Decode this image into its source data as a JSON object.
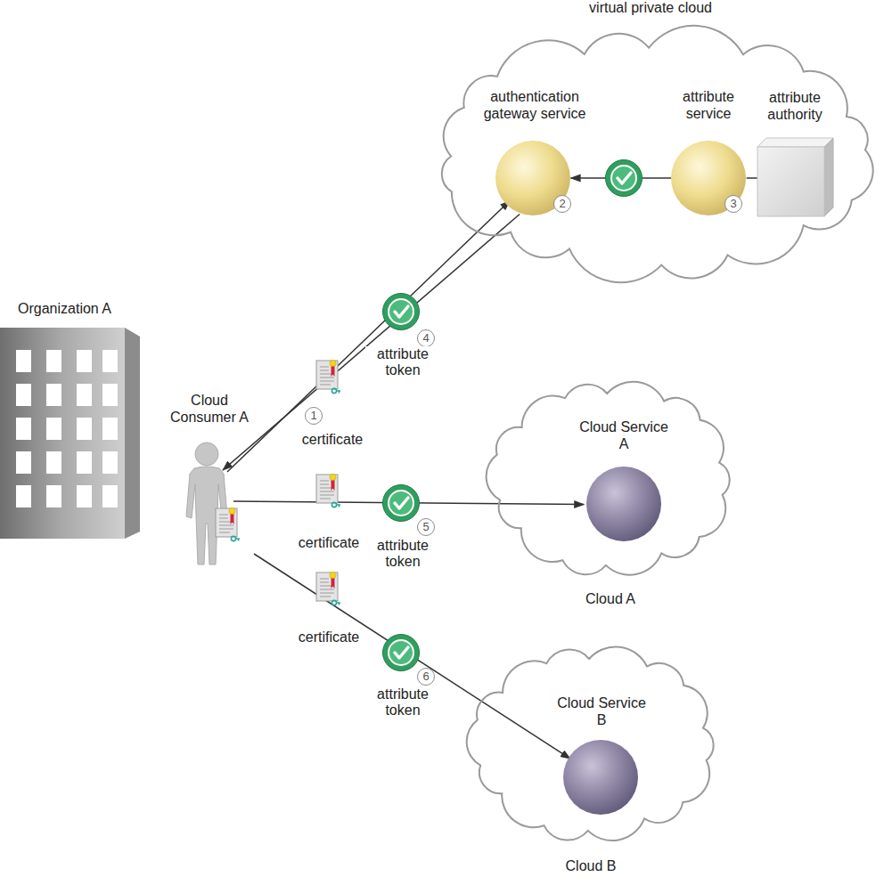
{
  "diagram": {
    "nodes": [
      {
        "text": [
          "virtual private cloud"
        ]
      },
      {
        "text": [
          "authentication gateway service"
        ],
        "in": 0
      },
      {
        "text": [
          "attribute service"
        ],
        "in": 0
      },
      {
        "text": [
          "attribute authority"
        ],
        "in": 0
      },
      {
        "text": [
          "Organization A"
        ]
      },
      {
        "text": [
          "Cloud Consumer A"
        ]
      },
      {
        "text": [
          "Cloud A"
        ]
      },
      {
        "text": [
          "Cloud Service A"
        ],
        "in": 6
      },
      {
        "text": [
          "Cloud B"
        ]
      },
      {
        "text": [
          "Cloud Service B"
        ],
        "in": 8
      }
    ],
    "edges": [
      {
        "from": 5,
        "to": 1,
        "arrow": "to"
      },
      {
        "from": 1,
        "to": 5,
        "arrow": "to"
      },
      {
        "from": 2,
        "to": 1,
        "arrow": "to"
      },
      {
        "from": 3,
        "to": 2,
        "arrow": "none"
      },
      {
        "from": 5,
        "to": 7,
        "arrow": "to"
      },
      {
        "from": 5,
        "to": 9,
        "arrow": "to"
      }
    ],
    "labels": [
      "1",
      "certificate",
      "4",
      "attribute token",
      "2",
      "3",
      "certificate",
      "5",
      "attribute token",
      "certificate",
      "6",
      "attribute token"
    ]
  }
}
